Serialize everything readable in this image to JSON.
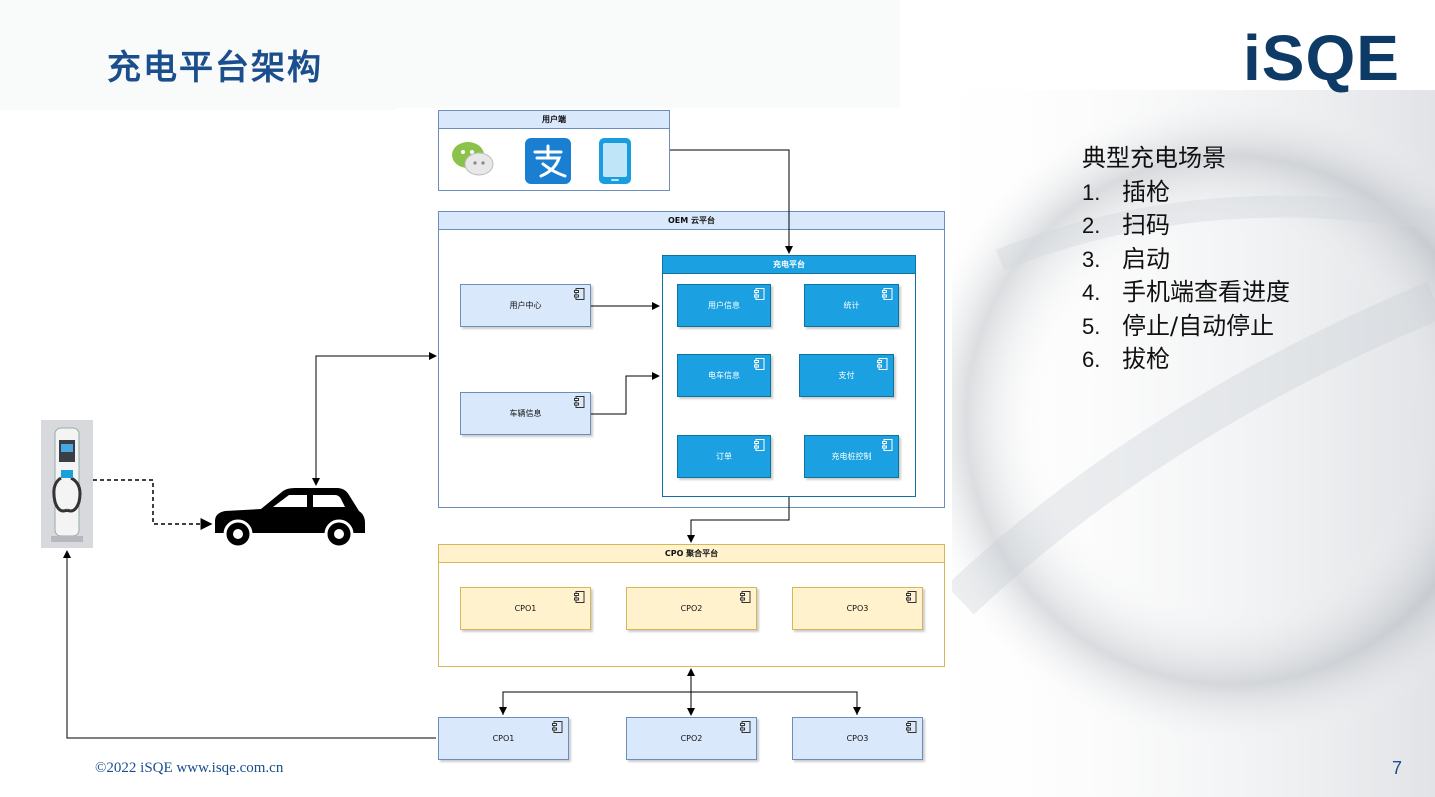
{
  "slide": {
    "title": "充电平台架构",
    "logo": "iSQE",
    "footer": "©2022  iSQE   www.isqe.com.cn",
    "page_number": "7"
  },
  "scenario": {
    "heading": "典型充电场景",
    "steps": [
      {
        "num": "1.",
        "text": "插枪"
      },
      {
        "num": "2.",
        "text": "扫码"
      },
      {
        "num": "3.",
        "text": "启动"
      },
      {
        "num": "4.",
        "text": "手机端查看进度"
      },
      {
        "num": "5.",
        "text": "停止/自动停止"
      },
      {
        "num": "6.",
        "text": "拔枪"
      }
    ]
  },
  "diagram": {
    "user_end": {
      "title": "用户端",
      "icons": [
        "wechat-icon",
        "alipay-icon",
        "mobile-phone-icon"
      ]
    },
    "oem_cloud": {
      "title": "OEM 云平台",
      "components": [
        "用户中心",
        "车辆信息"
      ]
    },
    "charging_platform": {
      "title": "充电平台",
      "components": [
        "用户信息",
        "统计",
        "电车信息",
        "支付",
        "订单",
        "充电桩控制"
      ]
    },
    "cpo_aggregation": {
      "title": "CPO 聚合平台",
      "components": [
        "CPO1",
        "CPO2",
        "CPO3"
      ]
    },
    "cpo_nodes": [
      "CPO1",
      "CPO2",
      "CPO3"
    ],
    "colors": {
      "container_fill": "#dae8fc",
      "container_stroke": "#6c8ebf",
      "platform_fill": "#1ba1e2",
      "cpo_fill": "#fff2cc",
      "cpo_stroke": "#d6b656",
      "title_blue": "#1a4e8c"
    }
  }
}
